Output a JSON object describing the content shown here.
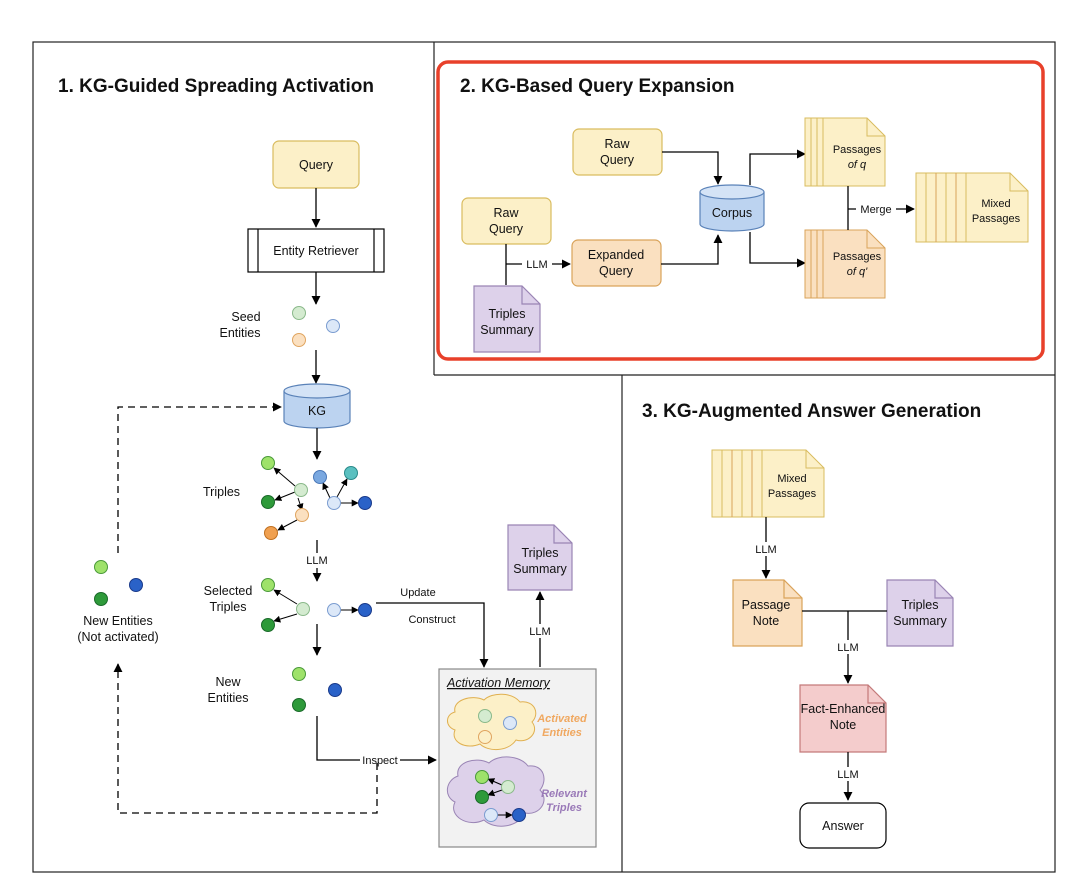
{
  "panel1": {
    "title": "1. KG-Guided Spreading Activation",
    "query": "Query",
    "entity_retriever": "Entity Retriever",
    "seed_entities": [
      "Seed",
      "Entities"
    ],
    "kg": "KG",
    "triples": "Triples",
    "llm": "LLM",
    "selected_triples": [
      "Selected",
      "Triples"
    ],
    "new_entities": [
      "New",
      "Entities"
    ],
    "new_entities_not_activated": [
      "New Entities",
      "(Not activated)"
    ],
    "update": "Update",
    "construct": "Construct",
    "inspect": "Inspect",
    "triples_summary": [
      "Triples",
      "Summary"
    ],
    "activation_memory": "Activation Memory",
    "activated_entities": [
      "Activated",
      "Entities"
    ],
    "relevant_triples": [
      "Relevant",
      "Triples"
    ]
  },
  "panel2": {
    "title": "2. KG-Based Query Expansion",
    "raw_query": [
      "Raw",
      "Query"
    ],
    "corpus": "Corpus",
    "expanded_query": [
      "Expanded",
      "Query"
    ],
    "llm": "LLM",
    "triples_summary": [
      "Triples",
      "Summary"
    ],
    "passages_q": [
      "Passages",
      "of q"
    ],
    "passages_q_prime": [
      "Passages",
      "of q'"
    ],
    "merge": "Merge",
    "mixed_passages": [
      "Mixed",
      "Passages"
    ]
  },
  "panel3": {
    "title": "3. KG-Augmented Answer Generation",
    "mixed_passages": [
      "Mixed",
      "Passages"
    ],
    "llm": "LLM",
    "passage_note": [
      "Passage",
      "Note"
    ],
    "triples_summary": [
      "Triples",
      "Summary"
    ],
    "fact_enhanced_note": [
      "Fact-Enhanced",
      "Note"
    ],
    "answer": "Answer"
  },
  "colors": {
    "query_fill": "#fcf0c8",
    "query_stroke": "#d9bc5f",
    "orange_fill": "#fae0c0",
    "orange_stroke": "#d9a35a",
    "purple_fill": "#ddd1ea",
    "purple_stroke": "#9a85b5",
    "pink_fill": "#f4cccc",
    "pink_stroke": "#c47a7a",
    "corpus_fill": "#bcd3f0",
    "corpus_stroke": "#5a82b8",
    "highlight": "#e8402a",
    "activated_text": "#f0a860",
    "relevant_text": "#9a7ab8"
  }
}
